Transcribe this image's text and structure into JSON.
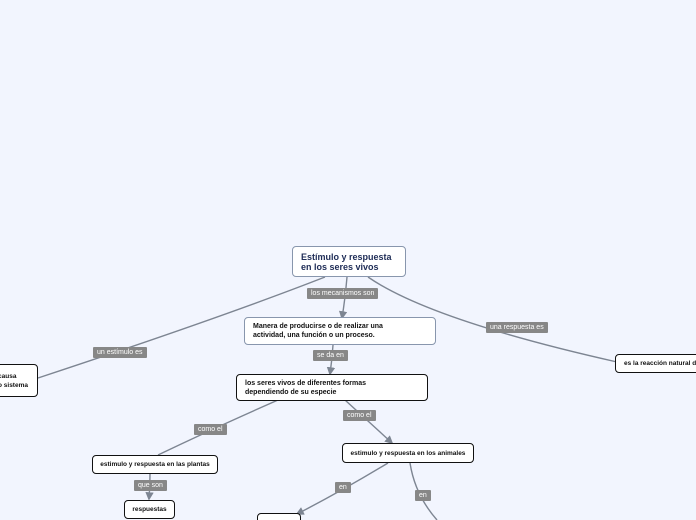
{
  "nodes": {
    "root": "Estímulo y respuesta\nen los seres vivos",
    "manera": "Manera de producirse o de realizar una\nactividad, una función o un proceso.",
    "seres": "los seres vivos de diferentes formas\ndependiendo de su especie",
    "plantas": "estimulo y respuesta en las plantas",
    "animales": "estimulo y respuesta en los animales",
    "respuestas": "respuestas",
    "reaccion": "es la reacción natural de",
    "estimulo_cut": "causa\no sistema",
    "bottom_cut": ""
  },
  "labels": {
    "mecanismos": "los mecanismos son",
    "seda": "se da en",
    "estimulo": "un estímulo es",
    "respuesta": "una respuesta es",
    "comoel_left": "como el",
    "comoel_right": "como el",
    "queson": "que son",
    "en_left": "en",
    "en_right": "en"
  },
  "colors": {
    "background": "#f2f5fe",
    "link": "#7d8592",
    "label_bg": "#878787",
    "root_text": "#1d2b55"
  }
}
